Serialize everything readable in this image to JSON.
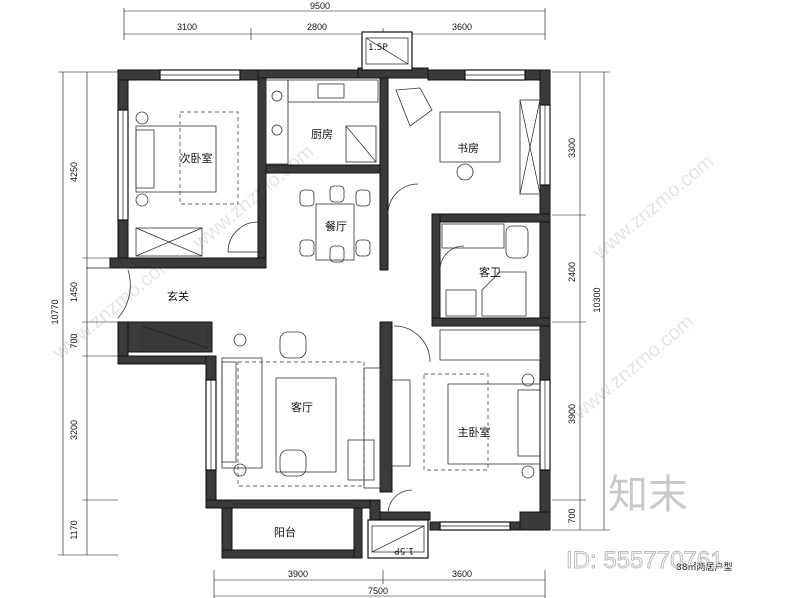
{
  "dimensions": {
    "top_total": "9500",
    "top_segments": [
      "3100",
      "2800",
      "3600"
    ],
    "bottom_total": "7500",
    "bottom_segments": [
      "3900",
      "3600"
    ],
    "left_total": "10770",
    "left_segments": [
      "4250",
      "1450",
      "700",
      "3200",
      "1170"
    ],
    "right_total": "10300",
    "right_segments": [
      "3300",
      "2400",
      "3900",
      "700"
    ]
  },
  "rooms": {
    "secondary_bedroom": "次卧室",
    "kitchen": "厨房",
    "study": "书房",
    "dining": "餐厅",
    "guest_bath": "客卫",
    "entrance": "玄关",
    "living": "客厅",
    "master_bedroom": "主卧室",
    "balcony": "阳台",
    "tag_top": "1.5P",
    "tag_bottom": "1.5P"
  },
  "plan_tag": "88㎡两居户型",
  "watermark": {
    "logo": "知末",
    "id": "ID: 555770761",
    "diagonal": "www.znzmo.com"
  }
}
